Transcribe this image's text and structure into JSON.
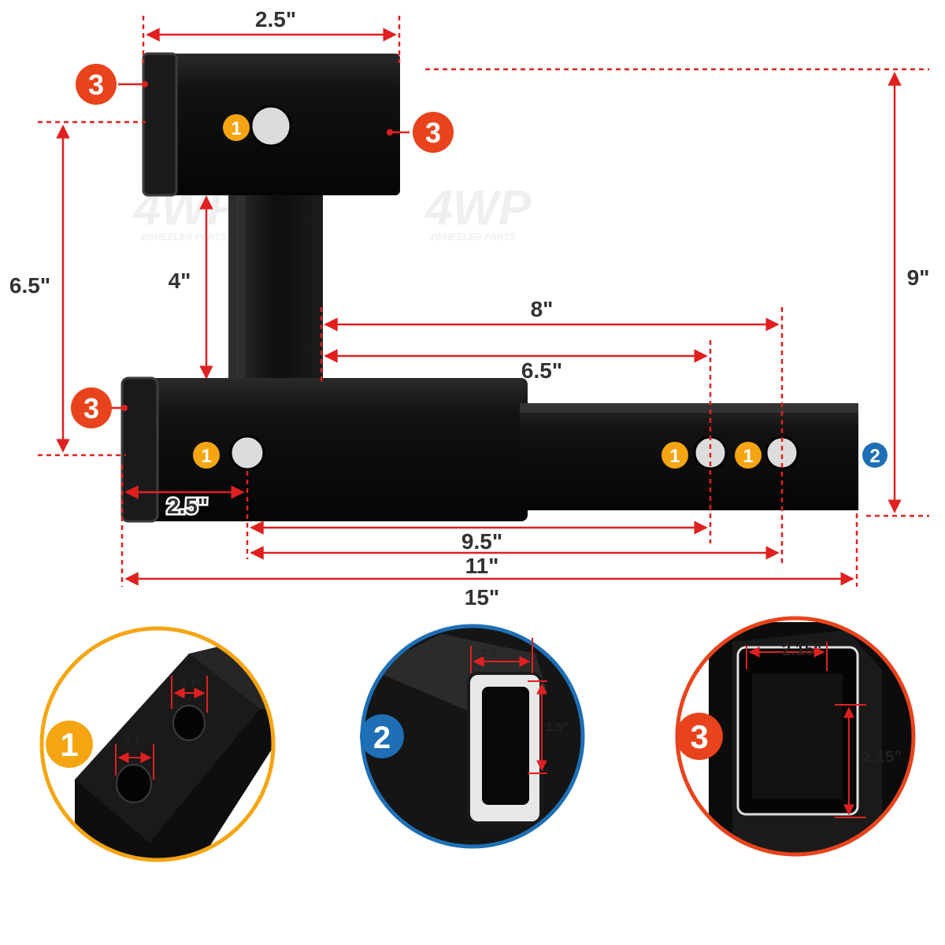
{
  "colors": {
    "dimension_line": "#e02020",
    "badge_1": "#f5a512",
    "badge_2": "#1e6fb5",
    "badge_3": "#e8431c",
    "steel": "#0c0c0c"
  },
  "watermark": {
    "brand": "4WP",
    "tagline": "4WHEELER PARTS"
  },
  "dimensions": {
    "top_receiver_width": "2.5\"",
    "overall_height": "9\"",
    "rise_left": "6.5\"",
    "riser_length": "4\"",
    "to_outer_hole": "8\"",
    "to_inner_hole": "6.5\"",
    "front_to_first_hole": "2.5\"",
    "first_to_inner_hole": "9.5\"",
    "first_to_outer_hole": "11\"",
    "overall_length": "15\""
  },
  "badges": {
    "hole": "1",
    "shank": "2",
    "receiver": "3"
  },
  "details": [
    {
      "id": "detail-hole",
      "badge": "1",
      "dims": [
        "0.7\"",
        "0.7\""
      ]
    },
    {
      "id": "detail-shank",
      "badge": "2",
      "dims": [
        "1.5\"",
        "1.5\""
      ]
    },
    {
      "id": "detail-receiver",
      "badge": "3",
      "dims": [
        "2.15\"",
        "2.15\""
      ]
    }
  ]
}
